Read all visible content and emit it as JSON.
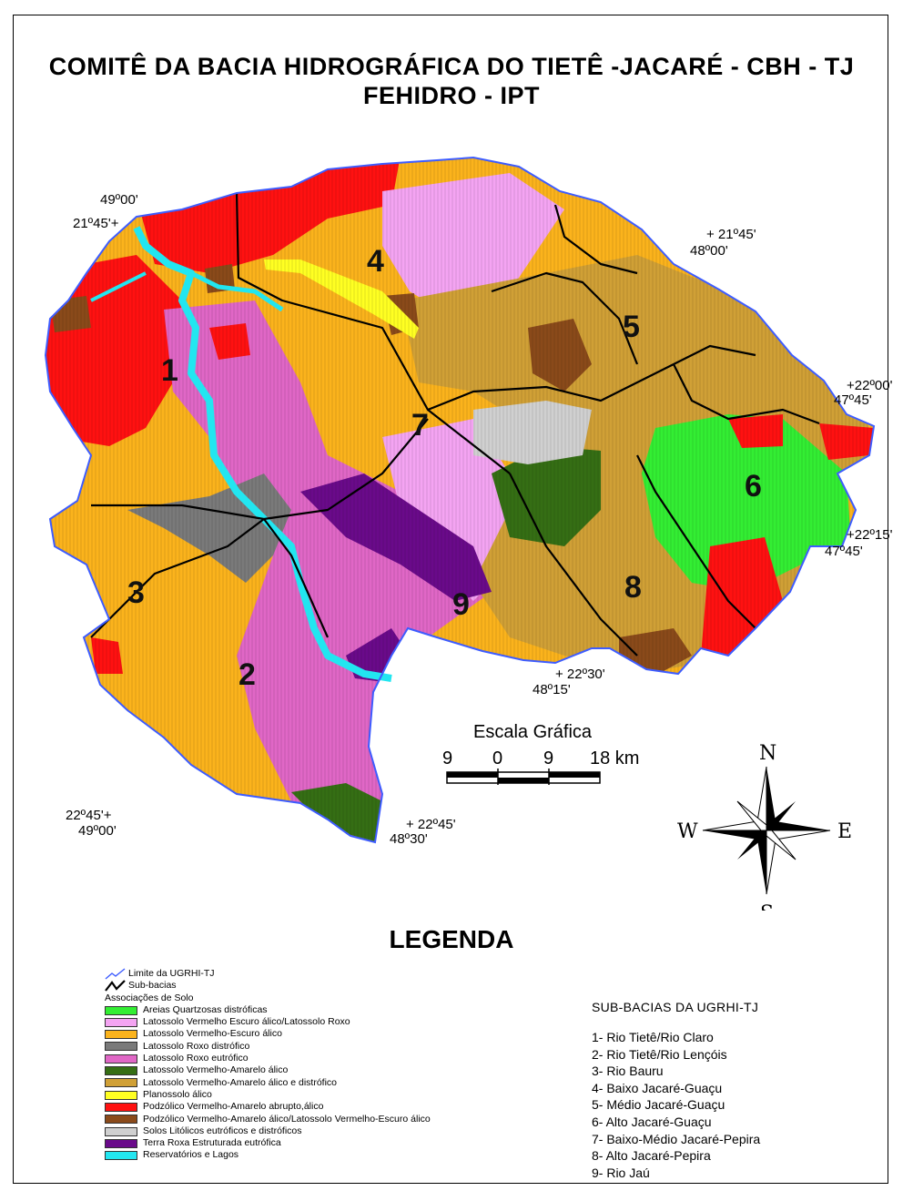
{
  "header": {
    "title_line1": "COMITÊ DA BACIA HIDROGRÁFICA DO TIETÊ -JACARÉ - CBH - TJ",
    "title_line2": "FEHIDRO - IPT"
  },
  "coordinates": [
    {
      "id": "nw-lon",
      "text": "49º00'"
    },
    {
      "id": "nw-lat",
      "text": "21º45'+"
    },
    {
      "id": "ne-lat",
      "text": "+ 21º45'"
    },
    {
      "id": "ne-lon",
      "text": "48º00'"
    },
    {
      "id": "e1-lat",
      "text": "+22º00'"
    },
    {
      "id": "e1-lon",
      "text": "47º45'"
    },
    {
      "id": "e2-lat",
      "text": "+22º15'"
    },
    {
      "id": "e2-lon",
      "text": "47º45'"
    },
    {
      "id": "s-lat",
      "text": "+ 22º30'"
    },
    {
      "id": "s-lon",
      "text": "48º15'"
    },
    {
      "id": "sw-lat",
      "text": "22º45'+"
    },
    {
      "id": "sw-lon",
      "text": "49º00'"
    },
    {
      "id": "sc-lat",
      "text": "+ 22º45'"
    },
    {
      "id": "sc-lon",
      "text": "48º30'"
    }
  ],
  "subbasin_numbers": [
    "1",
    "2",
    "3",
    "4",
    "5",
    "6",
    "7",
    "8",
    "9"
  ],
  "scale": {
    "title": "Escala Gráfica",
    "ticks": [
      "9",
      "0",
      "9",
      "18 km"
    ]
  },
  "compass": {
    "n": "N",
    "s": "S",
    "e": "E",
    "w": "W"
  },
  "legend": {
    "title": "LEGENDA",
    "line_items": [
      {
        "label": "Limite da UGRHI-TJ",
        "color": "#3d5cff"
      },
      {
        "label": "Sub-bacias",
        "color": "#000000"
      }
    ],
    "soil_header": "Associações de Solo",
    "soils": [
      {
        "label": "Areias Quartzosas distróficas",
        "color": "#33ee33"
      },
      {
        "label": "Latossolo Vermelho Escuro álico/Latossolo Roxo",
        "color": "#f4a4f2"
      },
      {
        "label": "Latossolo Vermelho-Escuro álico",
        "color": "#fbb31c"
      },
      {
        "label": "Latossolo Roxo distrófico",
        "color": "#7a7a7a"
      },
      {
        "label": "Latossolo Roxo eutrófico",
        "color": "#e067c6"
      },
      {
        "label": "Latossolo Vermelho-Amarelo álico",
        "color": "#356e14"
      },
      {
        "label": "Latossolo Vermelho-Amarelo álico e distrófico",
        "color": "#d0a036"
      },
      {
        "label": "Planossolo álico",
        "color": "#ffff22"
      },
      {
        "label": "Podzólico Vermelho-Amarelo abrupto,álico",
        "color": "#ff1111"
      },
      {
        "label": "Podzólico Vermelho-Amarelo álico/Latossolo Vermelho-Escuro álico",
        "color": "#8a4a1a"
      },
      {
        "label": "Solos Litólicos eutróficos e distróficos",
        "color": "#d0d0d0"
      },
      {
        "label": "Terra Roxa Estruturada eutrófica",
        "color": "#6a0a8a"
      },
      {
        "label": "Reservatórios e Lagos",
        "color": "#22e6f0"
      }
    ]
  },
  "subbacias": {
    "header": "SUB-BACIAS DA UGRHI-TJ",
    "items": [
      "1- Rio Tietê/Rio Claro",
      "2- Rio Tietê/Rio Lençóis",
      "3- Rio Bauru",
      "4- Baixo Jacaré-Guaçu",
      "5- Médio Jacaré-Guaçu",
      "6- Alto Jacaré-Guaçu",
      "7- Baixo-Médio Jacaré-Pepira",
      "8- Alto Jacaré-Pepira",
      "9- Rio Jaú"
    ]
  }
}
